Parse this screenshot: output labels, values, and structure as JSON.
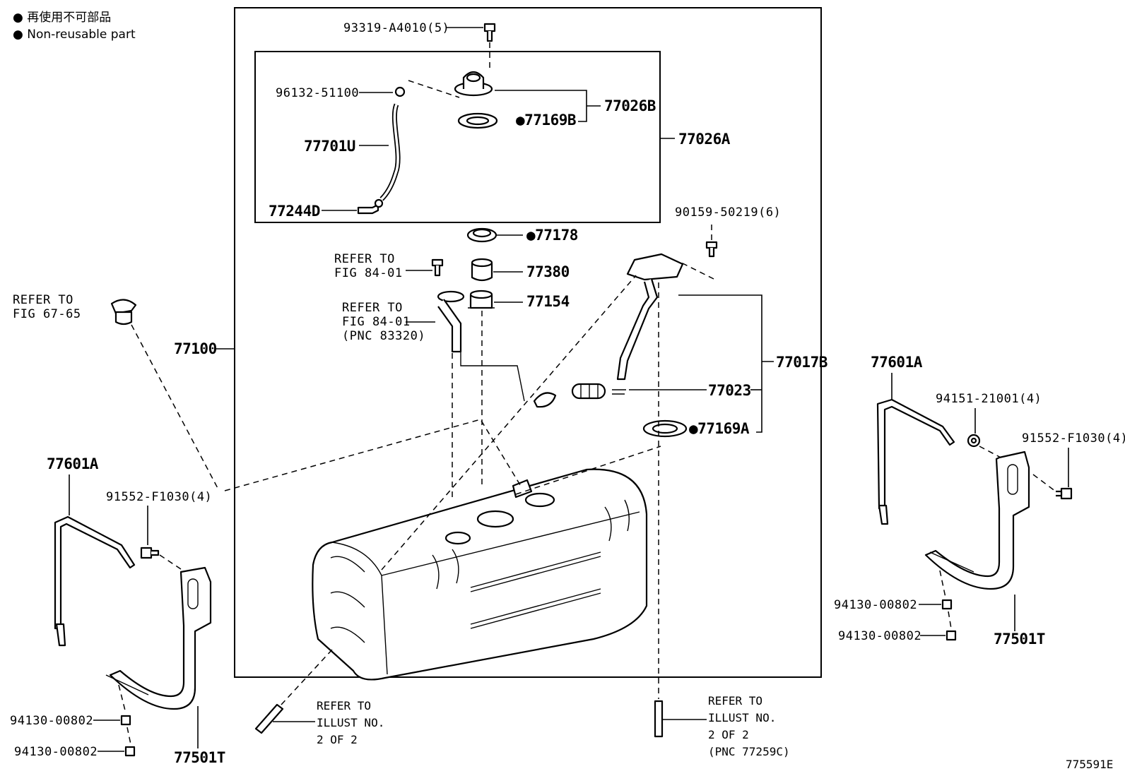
{
  "legend": {
    "japanese": "● 再使用不可部品",
    "english": "● Non-reusable part"
  },
  "parts": {
    "p93319": "93319-A4010(5)",
    "p96132": "96132-51100",
    "p77026B": "77026B",
    "p77169B": "●77169B",
    "p77026A": "77026A",
    "p77701U": "77701U",
    "p77244D": "77244D",
    "p90159": "90159-50219(6)",
    "p77178": "●77178",
    "p77380": "77380",
    "p77154": "77154",
    "p77100": "77100",
    "p77017B": "77017B",
    "p77023": "77023",
    "p77169A": "●77169A",
    "p77601A_left": "77601A",
    "p91552_left": "91552-F1030(4)",
    "p94130_left_a": "94130-00802",
    "p94130_left_b": "94130-00802",
    "p77501T_left": "77501T",
    "p77601A_right": "77601A",
    "p94151": "94151-21001(4)",
    "p91552_right": "91552-F1030(4)",
    "p94130_right_a": "94130-00802",
    "p94130_right_b": "94130-00802",
    "p77501T_right": "77501T"
  },
  "refs": {
    "fig8401_a_line1": "REFER TO",
    "fig8401_a_line2": "FIG 84-01",
    "fig8401_b_line1": "REFER TO",
    "fig8401_b_line2": "FIG 84-01",
    "fig8401_b_line3": "(PNC 83320)",
    "fig6765_line1": "REFER TO",
    "fig6765_line2": "FIG 67-65",
    "illust_a_line1": "REFER TO",
    "illust_a_line2": "ILLUST NO.",
    "illust_a_line3": "2 OF 2",
    "illust_b_line1": "REFER TO",
    "illust_b_line2": "ILLUST NO.",
    "illust_b_line3": "2 OF 2",
    "illust_b_line4": "(PNC 77259C)"
  },
  "figure_id": "775591E"
}
